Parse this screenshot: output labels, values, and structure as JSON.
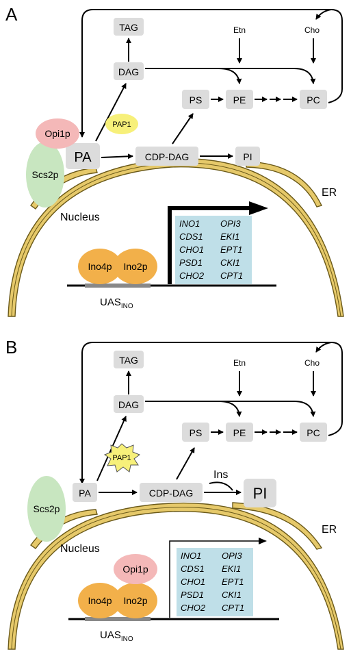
{
  "panels": [
    {
      "letter": "A",
      "lipids": {
        "tag": "TAG",
        "dag": "DAG",
        "ps": "PS",
        "pe": "PE",
        "pc": "PC",
        "pa": "PA",
        "cdp_dag": "CDP-DAG",
        "pi": "PI"
      },
      "substrates": {
        "etn": "Etn",
        "cho": "Cho"
      },
      "enzyme": "PAP1",
      "proteins": {
        "opi1": "Opi1p",
        "scs2": "Scs2p",
        "ino4": "Ino4p",
        "ino2": "Ino2p"
      },
      "compartments": {
        "nucleus": "Nucleus",
        "er": "ER"
      },
      "promoter": {
        "main": "UAS",
        "sub": "INO"
      },
      "genes_left": [
        "INO1",
        "CDS1",
        "CHO1",
        "PSD1",
        "CHO2"
      ],
      "genes_right": [
        "OPI3",
        "EKI1",
        "EPT1",
        "CKI1",
        "CPT1"
      ]
    },
    {
      "letter": "B",
      "lipids": {
        "tag": "TAG",
        "dag": "DAG",
        "ps": "PS",
        "pe": "PE",
        "pc": "PC",
        "pa": "PA",
        "cdp_dag": "CDP-DAG",
        "pi": "PI"
      },
      "substrates": {
        "etn": "Etn",
        "cho": "Cho",
        "ins": "Ins"
      },
      "enzyme": "PAP1",
      "proteins": {
        "opi1": "Opi1p",
        "scs2": "Scs2p",
        "ino4": "Ino4p",
        "ino2": "Ino2p"
      },
      "compartments": {
        "nucleus": "Nucleus",
        "er": "ER"
      },
      "promoter": {
        "main": "UAS",
        "sub": "INO"
      },
      "genes_left": [
        "INO1",
        "CDS1",
        "CHO1",
        "PSD1",
        "CHO2"
      ],
      "genes_right": [
        "OPI3",
        "EKI1",
        "EPT1",
        "CKI1",
        "CPT1"
      ]
    }
  ],
  "colors": {
    "node_box": "#dcdcdc",
    "opi1p": "#f4b8b8",
    "scs2p": "#c8e6c0",
    "ino_proteins": "#f2b04a",
    "pap1": "#f7f07a",
    "gene_box": "#bfdfe8",
    "er_membrane": "#e6c96a"
  }
}
